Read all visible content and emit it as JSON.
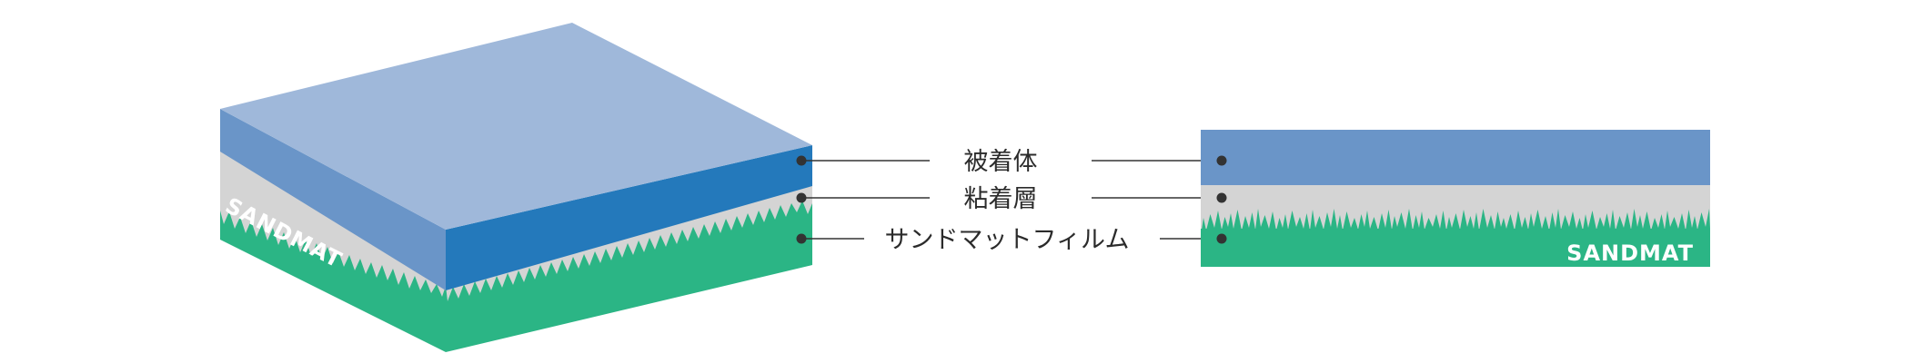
{
  "labels": {
    "adherend": "被着体",
    "adhesive_layer": "粘着層",
    "sandmat_film": "サンドマットフィルム"
  },
  "brand": {
    "iso_logo_text": "SANDMAT",
    "flat_logo_text": "SANDMAT"
  },
  "colors": {
    "adherend_top": "#9fb8da",
    "adherend_front_dark": "#2479bb",
    "adherend_side": "#6a95c8",
    "adhesive_gray": "#d4d4d4",
    "film_green": "#2bb585",
    "leader_line": "#333333",
    "label_text": "#2b2b2b",
    "dot": "#333333"
  }
}
